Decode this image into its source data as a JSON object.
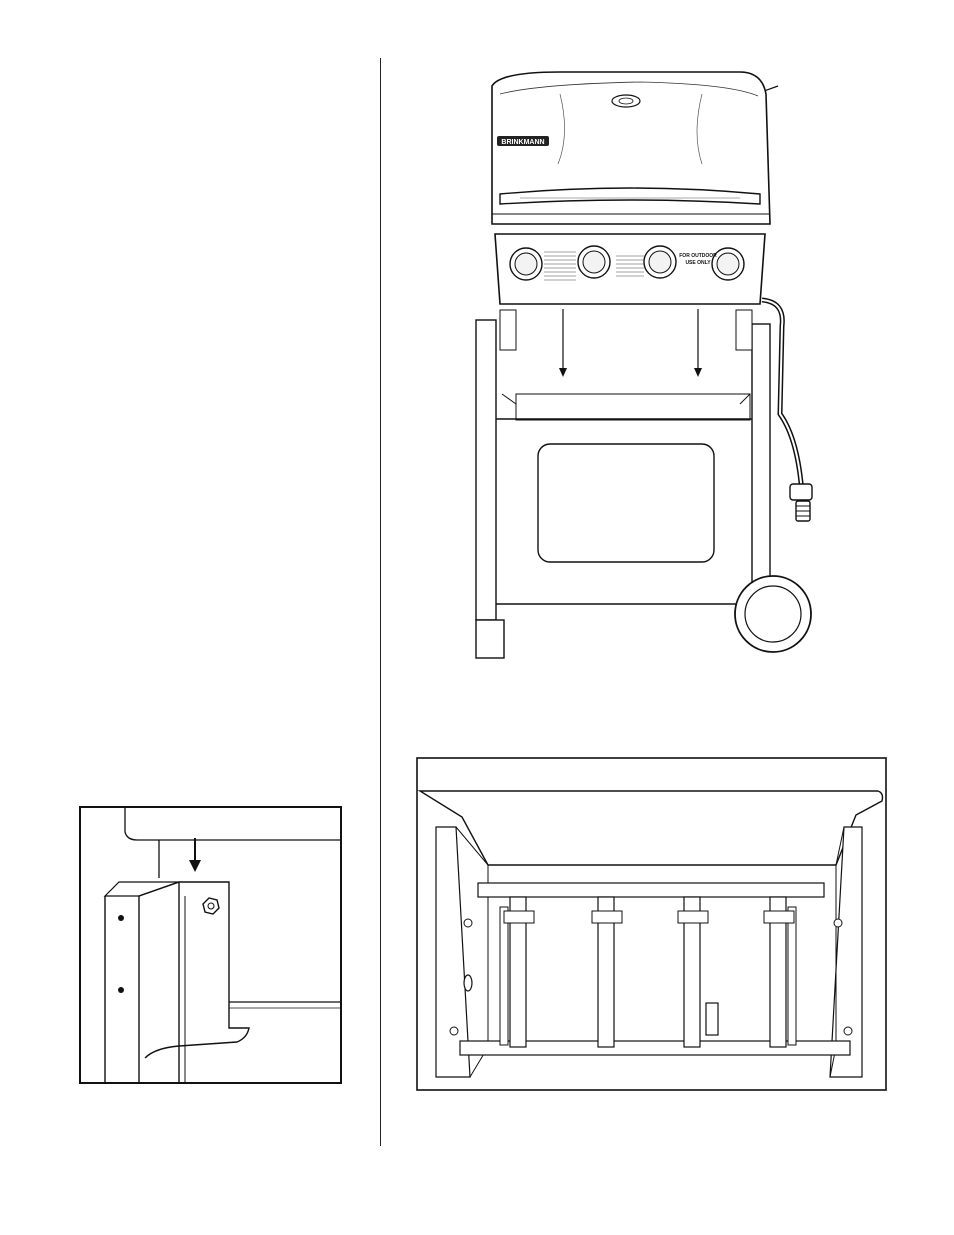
{
  "grill_figure": {
    "lid_brand": "BRINKMANN",
    "panel_warning_line1": "FOR OUTDOOR",
    "panel_warning_line2": "USE ONLY"
  }
}
